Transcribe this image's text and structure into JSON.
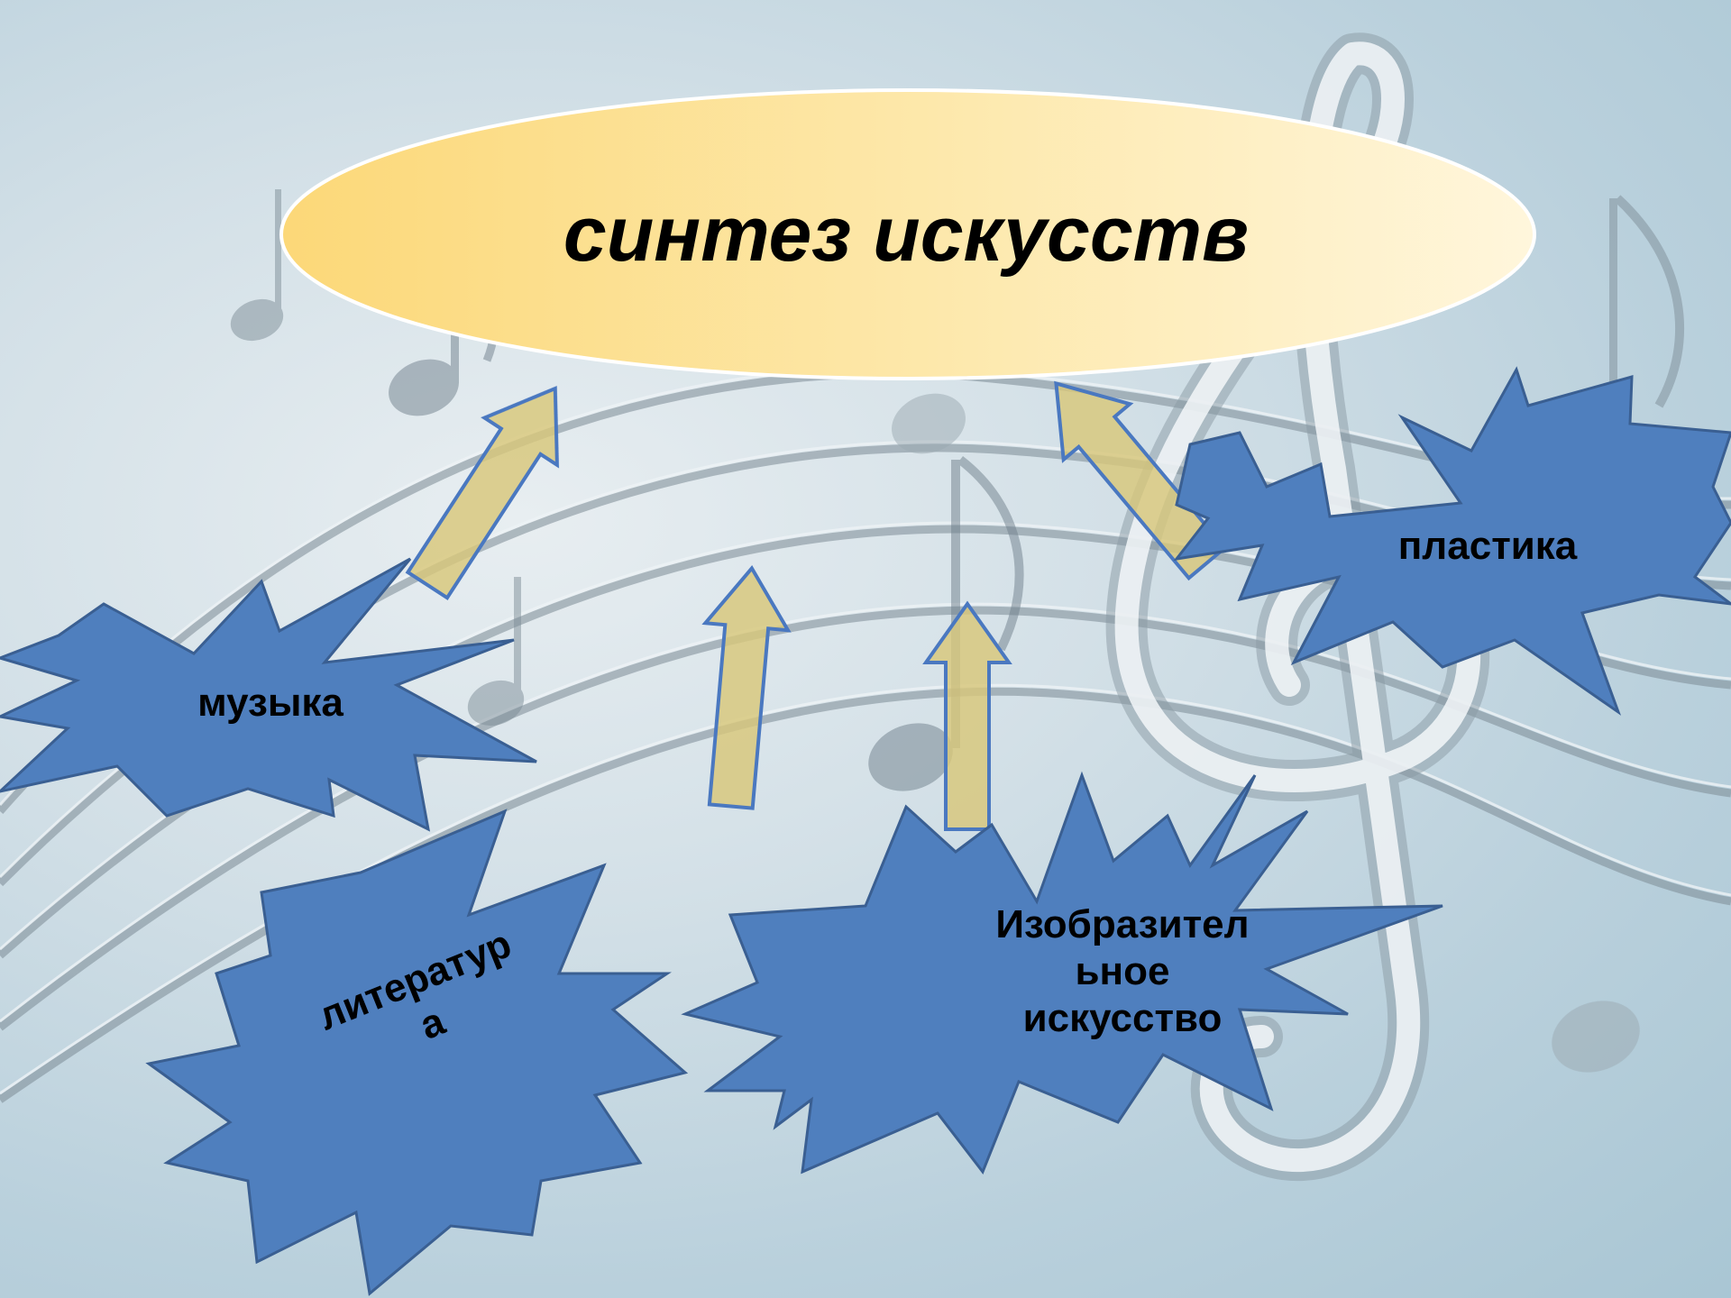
{
  "slide": {
    "title": "синтез искусств",
    "nodes": {
      "music": "музыка",
      "literature": "литератур\nа",
      "fine_art": "Изобразител\nьное\nискусство",
      "plastic": "пластика"
    }
  },
  "colors": {
    "ellipse_fill_light": "#fff4d2",
    "ellipse_fill_dark": "#fcd878",
    "burst_fill": "#4f7fbe",
    "burst_stroke": "#3a5f92",
    "arrow_fill": "#d8c77a",
    "arrow_stroke": "#4a78c0"
  },
  "icons": [
    "treble-clef-icon",
    "music-note-icon",
    "staff-lines"
  ]
}
